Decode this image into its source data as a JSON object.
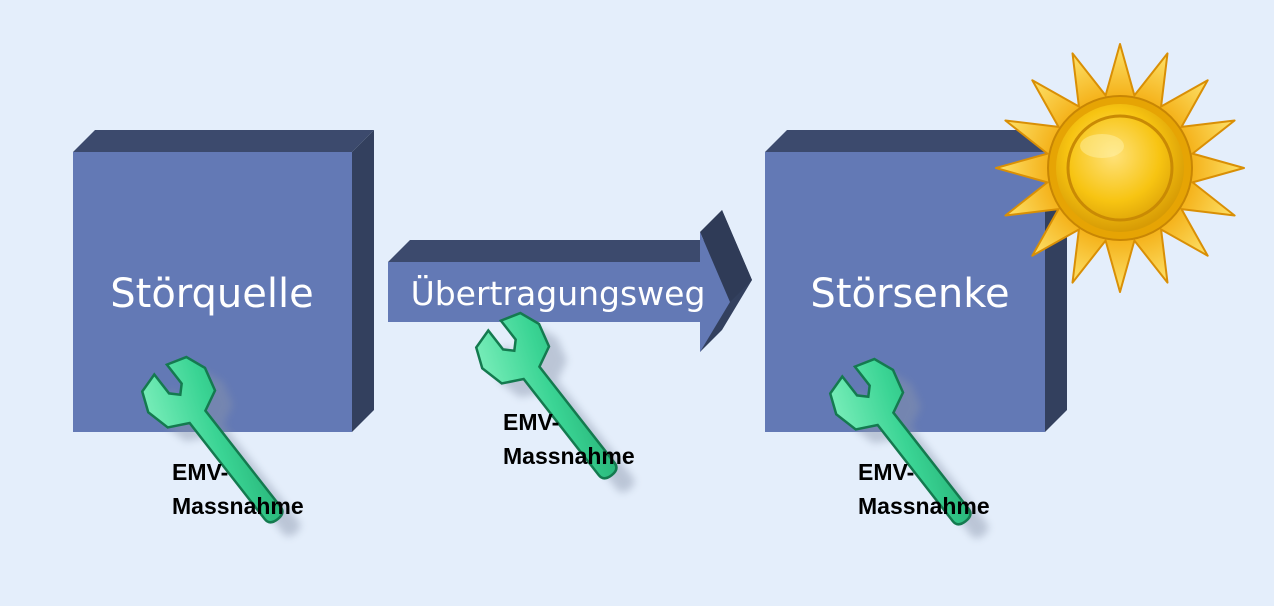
{
  "diagram": {
    "source_box": {
      "label": "Störquelle"
    },
    "path_arrow": {
      "label": "Übertragungsweg"
    },
    "sink_box": {
      "label": "Störsenke"
    },
    "measures": [
      {
        "line1": "EMV-",
        "line2": "Massnahme"
      },
      {
        "line1": "EMV-",
        "line2": "Massnahme"
      },
      {
        "line1": "EMV-",
        "line2": "Massnahme"
      }
    ],
    "icons": {
      "wrench": "wrench-icon",
      "sun": "sun-icon"
    },
    "colors": {
      "background": "#e4eefb",
      "box_front": "#6379b5",
      "box_top": "#3c4a6d",
      "box_side": "#33405e",
      "wrench": "#3ad494",
      "sun": "#f5c518"
    }
  }
}
